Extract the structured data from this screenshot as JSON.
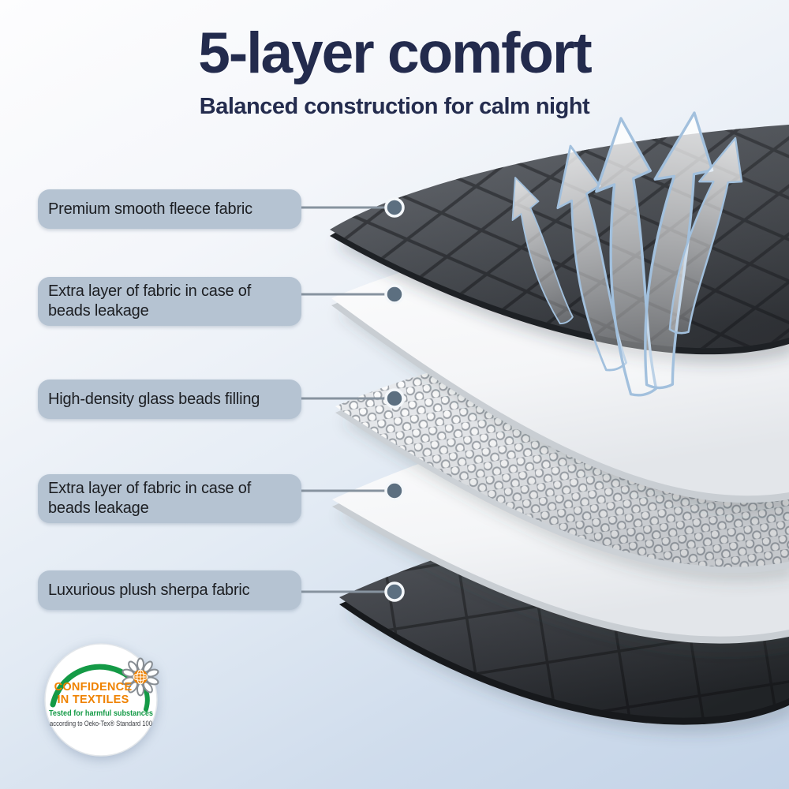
{
  "header": {
    "title": "5-layer comfort",
    "subtitle": "Balanced construction for calm night"
  },
  "layers": [
    {
      "name": "fleece-top",
      "label": "Premium smooth fleece fabric",
      "lines": [
        "Premium smooth fleece fabric"
      ]
    },
    {
      "name": "inner-fabric-upper",
      "label": "Extra layer of fabric in case of beads leakage",
      "lines": [
        "Extra layer of fabric in case of",
        "beads leakage"
      ]
    },
    {
      "name": "glass-beads",
      "label": "High-density glass beads filling",
      "lines": [
        "High-density glass beads filling"
      ]
    },
    {
      "name": "inner-fabric-lower",
      "label": "Extra layer of fabric in case of beads leakage",
      "lines": [
        "Extra layer of fabric in case of",
        "beads leakage"
      ]
    },
    {
      "name": "sherpa-bottom",
      "label": "Luxurious plush sherpa fabric",
      "lines": [
        "Luxurious plush sherpa fabric"
      ]
    }
  ],
  "badge": {
    "line1": "CONFIDENCE",
    "line2": "IN TEXTILES",
    "line3": "Tested for harmful substances",
    "line4": "according to Oeko-Tex® Standard 100"
  },
  "illustration": {
    "airflow_arrow_count": 5,
    "icons": {
      "airflow": "airflow-arrow-icon",
      "leader_dot": "leader-dot",
      "badge_flower": "oeko-tex-flower-icon"
    }
  },
  "colors": {
    "title_navy": "#232b4d",
    "label_bg": "#b5c3d2",
    "label_text": "#1c1e22",
    "leader_line": "#87939f",
    "leader_dot": "#5c6f80",
    "fleece_dark": "#4a4e54",
    "sherpa_dark": "#33373c",
    "badge_orange": "#ef8200",
    "badge_green": "#149a46",
    "arrow_stroke": "#a2c0dd"
  }
}
